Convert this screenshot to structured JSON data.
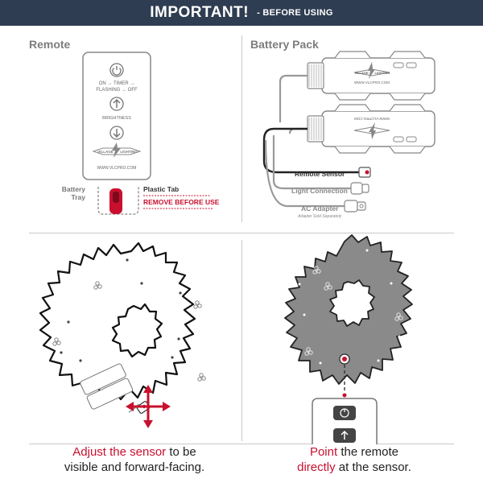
{
  "header": {
    "title": "IMPORTANT!",
    "subtitle": "- BEFORE USING"
  },
  "remote_panel": {
    "label": "Remote",
    "on_timer": "ON → TIMER →",
    "flashing_off": "FLASHING → OFF",
    "brightness": "BRIGHTNESS",
    "logo_text_left": "VILLAGE",
    "logo_text_right": "LIGHTING",
    "website": "WWW.VLCPRO.COM",
    "battery_tray": "Battery",
    "battery_tray_2": "Tray",
    "plastic_tab": "Plastic Tab",
    "remove_before_use": "REMOVE BEFORE USE"
  },
  "battery_panel": {
    "label": "Battery Pack",
    "logo_text_left": "VILLAGE",
    "logo_text_right": "LIGHTING",
    "website": "WWW.VLCPRO.COM",
    "website_flipped": "WWW.VLCPRO.COM",
    "remote_sensor": "Remote Sensor",
    "light_connection": "Light Connection",
    "ac_adapter": "AC Adapter",
    "adapter_note": "Adapter Sold Separately"
  },
  "captions": {
    "left_red": "Adjust the sensor",
    "left_rest_1": " to be",
    "left_line2": "visible and forward-facing.",
    "right_red": "Point",
    "right_rest_1": " the remote",
    "right_red_2": "directly",
    "right_rest_2": " at the sensor."
  },
  "colors": {
    "header_bg": "#2f3d52",
    "accent_red": "#c8102e",
    "wreath_gray": "#808080",
    "label_gray": "#7d7d7d"
  }
}
